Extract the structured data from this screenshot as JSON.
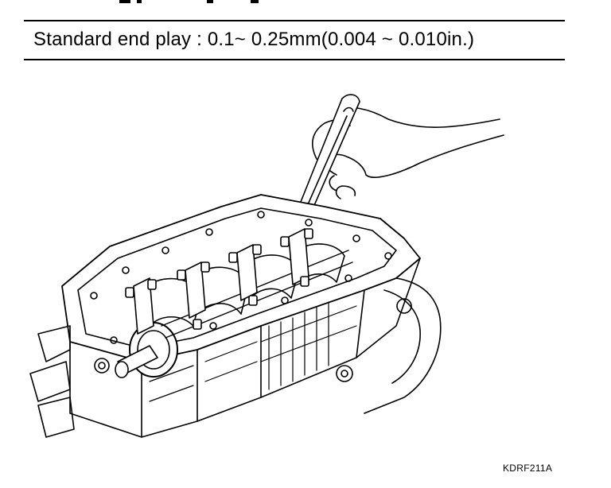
{
  "spec_line": "Standard end play : 0.1~ 0.25mm(0.004 ~ 0.010in.)",
  "figure_code": "KDRF211A",
  "figure": {
    "subject": "crankshaft-end-play-measurement",
    "line_color": "#000000",
    "background": "#ffffff"
  }
}
